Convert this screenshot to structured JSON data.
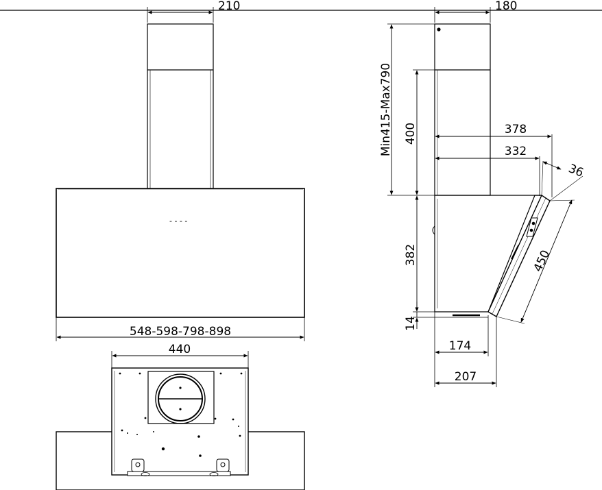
{
  "front_view": {
    "chimney_width": "210",
    "hood_width": "548-598-798-898",
    "mount_width": "440",
    "control_marks": "- - - -"
  },
  "side_view": {
    "chimney_depth": "180",
    "chimney_height_range": "Min415-Max790",
    "chimney_lower_height": "400",
    "top_depth": "378",
    "inner_depth": "332",
    "glass_thickness": "36",
    "glass_length": "450",
    "body_height": "382",
    "base_height": "14",
    "base_depth": "174",
    "total_depth": "207"
  },
  "colors": {
    "line": "#000000",
    "background": "#ffffff"
  },
  "icons": [
    "arrow-icon",
    "vent-fan-icon"
  ]
}
